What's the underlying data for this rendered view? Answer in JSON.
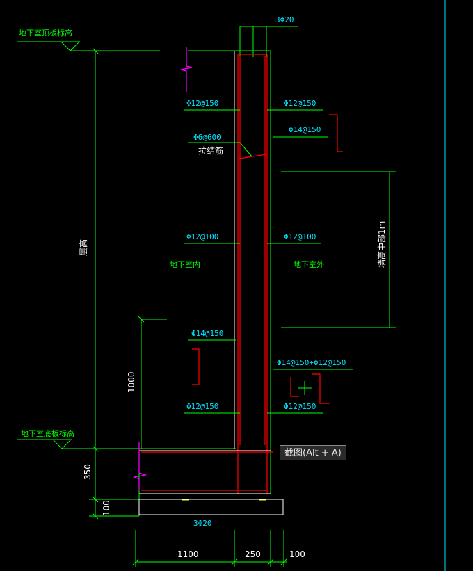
{
  "labels": {
    "top_slab_elevation": "地下室顶板标高",
    "bottom_slab_elevation": "地下室底板标高",
    "bar_top": "3Φ20",
    "bar_bottom": "3Φ20",
    "tie_spec": "Φ6@600",
    "tie_name": "拉结筋",
    "in_top": "Φ12@150",
    "out_top": "Φ12@150",
    "out_upper": "Φ14@150",
    "in_mid": "Φ12@100",
    "out_mid": "Φ12@100",
    "in_lower": "Φ14@150",
    "out_lower": "Φ14@150+Φ12@150",
    "in_bottom": "Φ12@150",
    "out_bottom": "Φ12@150",
    "interior": "地下室内",
    "exterior": "地下室外",
    "height_label": "层高",
    "range_label": "墙高中部1m",
    "dim_1000": "1000",
    "dim_350": "350",
    "dim_100v": "100",
    "dim_1100": "1100",
    "dim_250": "250",
    "dim_100h": "100"
  },
  "tooltip": "截图(Alt + A)",
  "colors": {
    "background": "#000000",
    "dimension": "#00ff00",
    "concrete": "#ffffff",
    "rebar": "#ff0000",
    "break_line": "#ff00ff",
    "text": "#00e5ff"
  }
}
